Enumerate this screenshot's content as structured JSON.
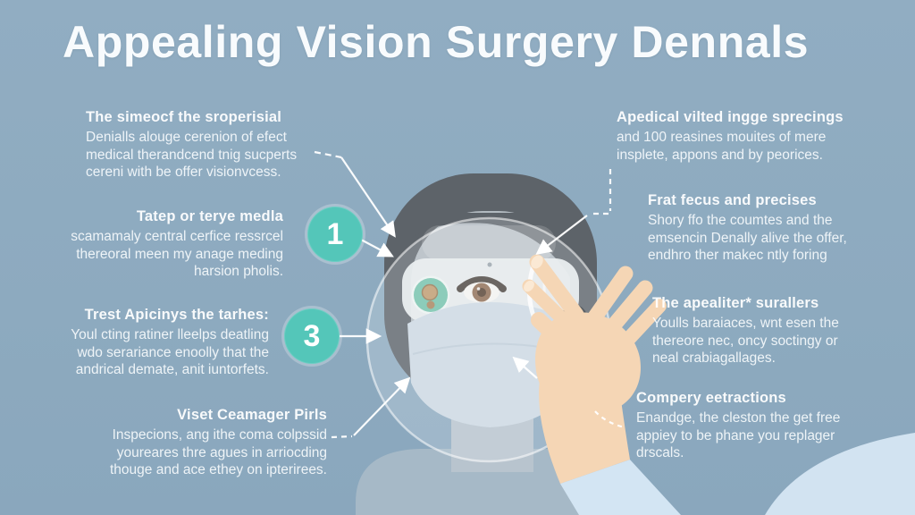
{
  "title": "Appealing Vision Surgery Dennals",
  "annotations": {
    "left": [
      {
        "title": "The simeocf the sroperisial",
        "lines": [
          "Denialls alouge cerenion of efect",
          "medical therandcend tnig sucperts",
          "cereni with be offer visionvcess."
        ]
      },
      {
        "title": "Tatep or terye medla",
        "lines": [
          "scamamaly central cerfice ressrcel",
          "thereoral meen my anage meding",
          "harsion pholis."
        ]
      },
      {
        "title": "Trest Apicinys the tarhes:",
        "lines": [
          "Youl cting ratiner lleelps deatling",
          "wdo serariance enoolly that the",
          "andrical demate, anit iuntorfets."
        ]
      },
      {
        "title": "Viset Ceamager Pirls",
        "lines": [
          "Inspecions, ang ithe coma colpssid",
          "youreares thre agues in arriocding",
          "thouge and ace ethey on ipterirees."
        ]
      }
    ],
    "right": [
      {
        "title": "Apedical vilted ingge sprecings",
        "lines": [
          "and 100 reasines mouites of mere",
          "insplete, appons and by peorices."
        ]
      },
      {
        "title": "Frat fecus and precises",
        "lines": [
          "Shory ffo the coumtes and the",
          "emsencin Denally alive the offer,",
          "endhro ther makec ntly foring"
        ]
      },
      {
        "title": "The apealiter* surallers",
        "lines": [
          "Youlls baraiaces, wnt esen the",
          "thereore nec, oncy soctingy or",
          "neal crabiagallages."
        ]
      },
      {
        "title": "Compery eetractions",
        "lines": [
          "Enandge, the cleston the get free",
          "appiey to be phane you replager",
          "drscals."
        ]
      }
    ]
  },
  "figure": {
    "badges": [
      {
        "label": "1"
      },
      {
        "label": "3"
      }
    ],
    "icons": [
      "step-1-badge",
      "step-3-badge",
      "teal-eye-icon",
      "natural-eye-icon",
      "lens-overlay-circle",
      "surgical-mask",
      "surgeon-hand"
    ]
  },
  "colors": {
    "background": "#8fabc1",
    "accent_teal": "#54c6b9",
    "text": "#ffffff",
    "hair": "#5d6369",
    "face": "#b2bac0",
    "mask": "#cdd9e3",
    "skin": "#f5d6b5",
    "sleeve": "#d3e5f3",
    "teal_eye": "#73c2aa",
    "iris_brown": "#8f6c52"
  }
}
